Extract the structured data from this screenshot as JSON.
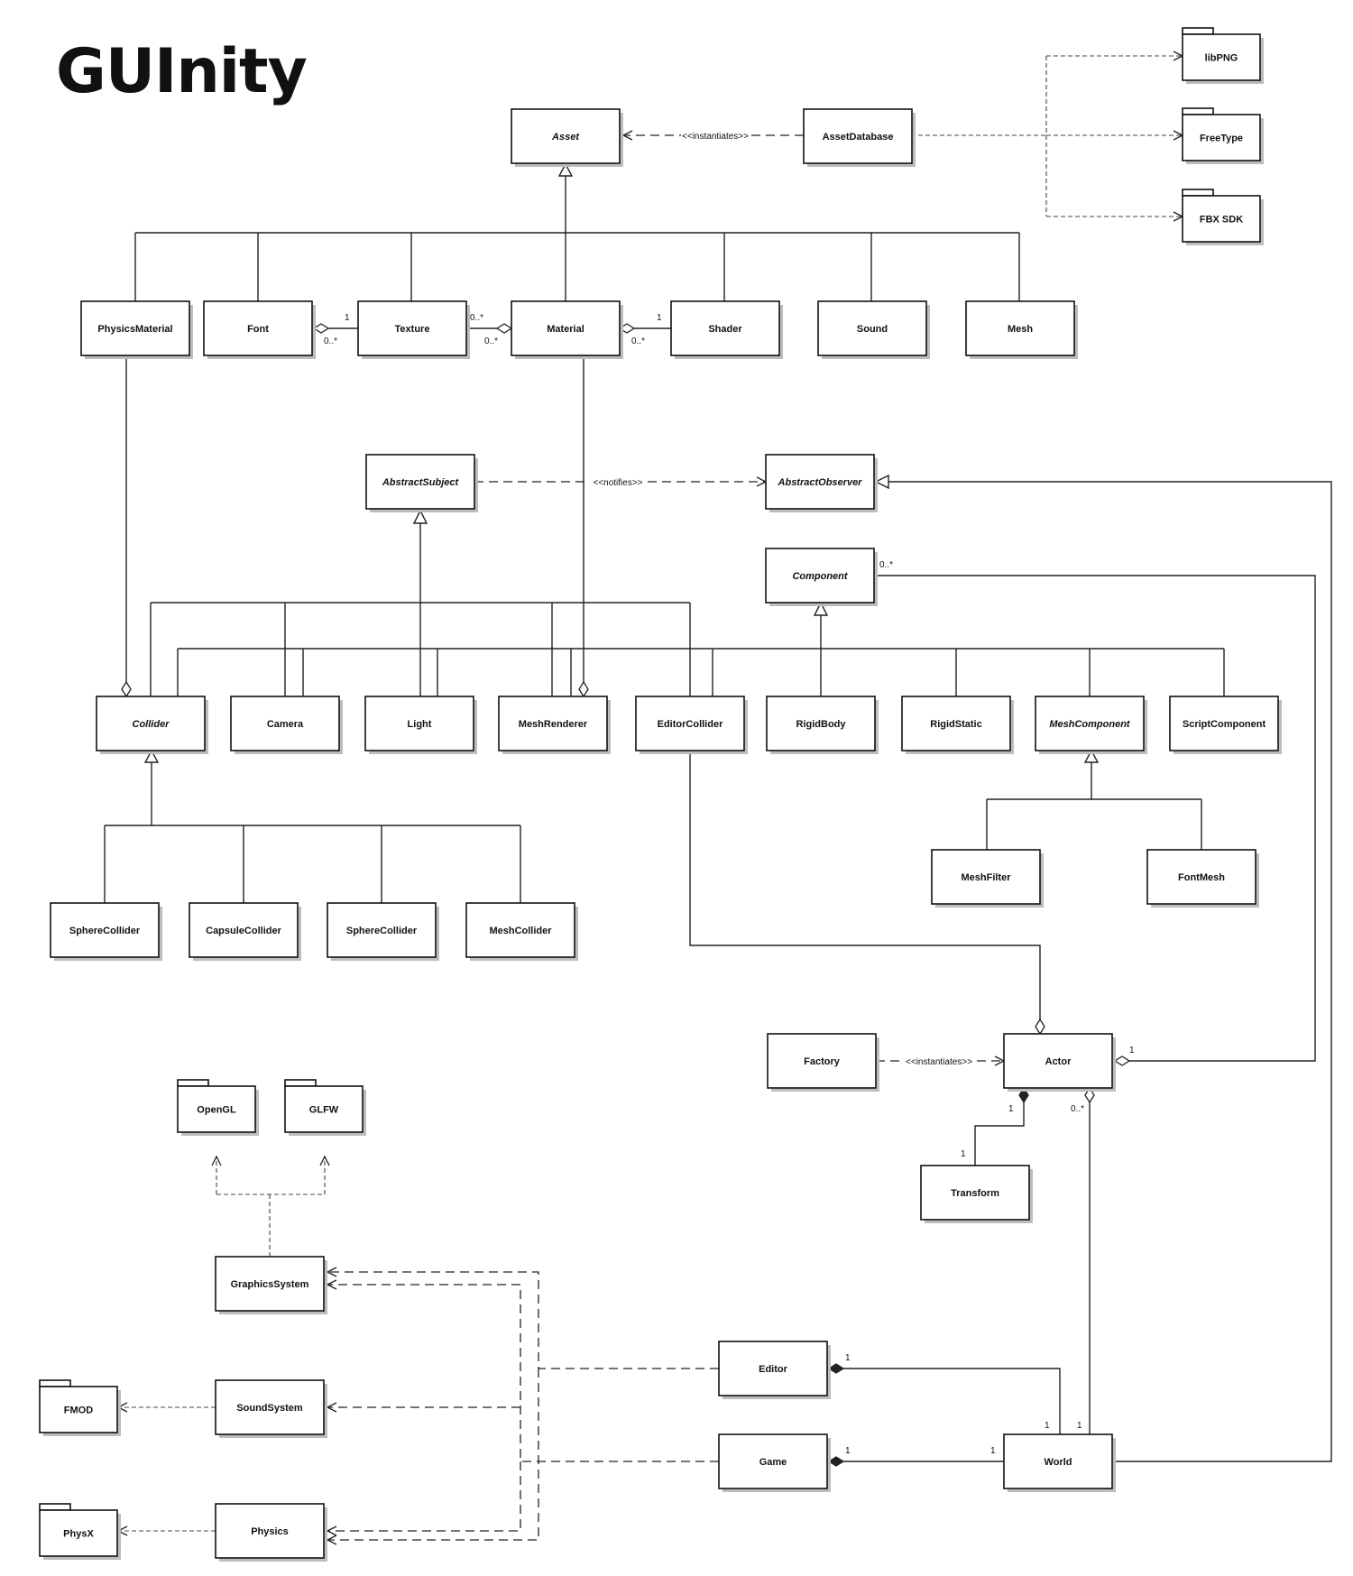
{
  "title": "GUInity",
  "stereotypes": {
    "instantiates": "<<instantiates>>",
    "notifies": "<<notifies>>"
  },
  "classes": {
    "asset": "Asset",
    "asset_database": "AssetDatabase",
    "physics_material": "PhysicsMaterial",
    "font": "Font",
    "texture": "Texture",
    "material": "Material",
    "shader": "Shader",
    "sound": "Sound",
    "mesh": "Mesh",
    "abstract_subject": "AbstractSubject",
    "abstract_observer": "AbstractObserver",
    "component": "Component",
    "collider": "Collider",
    "camera": "Camera",
    "light": "Light",
    "mesh_renderer": "MeshRenderer",
    "editor_collider": "EditorCollider",
    "rigid_body": "RigidBody",
    "rigid_static": "RigidStatic",
    "mesh_component": "MeshComponent",
    "script_component": "ScriptComponent",
    "sphere_collider_1": "SphereCollider",
    "capsule_collider": "CapsuleCollider",
    "sphere_collider_2": "SphereCollider",
    "mesh_collider": "MeshCollider",
    "mesh_filter": "MeshFilter",
    "font_mesh": "FontMesh",
    "factory": "Factory",
    "actor": "Actor",
    "transform": "Transform",
    "graphics_system": "GraphicsSystem",
    "sound_system": "SoundSystem",
    "physics": "Physics",
    "editor": "Editor",
    "game": "Game",
    "world": "World"
  },
  "packages": {
    "libpng": "libPNG",
    "freetype": "FreeType",
    "fbx_sdk": "FBX SDK",
    "opengl": "OpenGL",
    "glfw": "GLFW",
    "fmod": "FMOD",
    "physx": "PhysX"
  },
  "multiplicities": {
    "font_texture_near_texture": "1",
    "font_texture_near_font": "0..*",
    "texture_material_near_texture": "0..*",
    "texture_material_near_material": "0..*",
    "material_shader_near_shader": "1",
    "material_shader_near_material": "0..*",
    "component_actor": "0..*",
    "actor_component": "1",
    "actor_transform": "1",
    "transform_actor": "1",
    "actor_world": "0..*",
    "editor_world": "1",
    "world_editor": "1",
    "world_actors": "1",
    "game_world": "1",
    "world_game": "1"
  }
}
